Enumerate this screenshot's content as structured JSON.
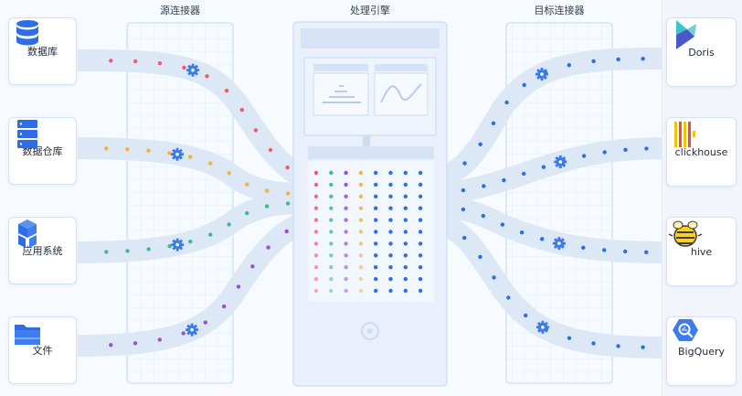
{
  "section_titles": {
    "source": "源连接器",
    "engine": "处理引擎",
    "target": "目标连接器"
  },
  "sources": [
    {
      "label": "数据库",
      "icon": "database-icon",
      "dot_color": "#ef5b74"
    },
    {
      "label": "数据仓库",
      "icon": "server-rack-icon",
      "dot_color": "#f3b23e"
    },
    {
      "label": "应用系统",
      "icon": "cubes-icon",
      "dot_color": "#3dbb8f"
    },
    {
      "label": "文件",
      "icon": "folder-icon",
      "dot_color": "#9b4fd6"
    }
  ],
  "targets": [
    {
      "label": "Doris",
      "icon": "doris-logo-icon"
    },
    {
      "label": "clickhouse",
      "icon": "clickhouse-logo-icon"
    },
    {
      "label": "hive",
      "icon": "hive-bee-icon"
    },
    {
      "label": "BigQuery",
      "icon": "bigquery-logo-icon"
    }
  ],
  "colors": {
    "flow_band": "#dde8f7",
    "target_dots": "#2c6fe0",
    "accent_icon": "#2d6ee6",
    "gear": "#3c7ae8",
    "panel_border": "#c3d7f3"
  },
  "engine_grid_column_colors": [
    "#ef5b74",
    "#3dbb8f",
    "#9b4fd6",
    "#f3b23e",
    "#2c6fe0",
    "#2c6fe0",
    "#2c6fe0",
    "#2c6fe0"
  ]
}
